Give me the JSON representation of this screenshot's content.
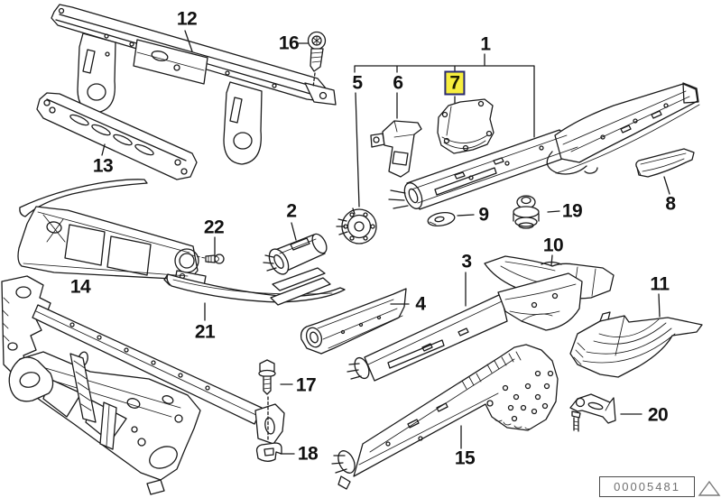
{
  "diagram": {
    "type": "vehicle-body-parts-exploded-diagram",
    "callouts": [
      {
        "number": "1",
        "highlighted": false
      },
      {
        "number": "2",
        "highlighted": false
      },
      {
        "number": "3",
        "highlighted": false
      },
      {
        "number": "4",
        "highlighted": false
      },
      {
        "number": "5",
        "highlighted": false
      },
      {
        "number": "6",
        "highlighted": false
      },
      {
        "number": "7",
        "highlighted": true
      },
      {
        "number": "8",
        "highlighted": false
      },
      {
        "number": "9",
        "highlighted": false
      },
      {
        "number": "10",
        "highlighted": false
      },
      {
        "number": "11",
        "highlighted": false
      },
      {
        "number": "12",
        "highlighted": false
      },
      {
        "number": "13",
        "highlighted": false
      },
      {
        "number": "14",
        "highlighted": false
      },
      {
        "number": "15",
        "highlighted": false
      },
      {
        "number": "16",
        "highlighted": false
      },
      {
        "number": "17",
        "highlighted": false
      },
      {
        "number": "18",
        "highlighted": false
      },
      {
        "number": "19",
        "highlighted": false
      },
      {
        "number": "20",
        "highlighted": false
      },
      {
        "number": "21",
        "highlighted": false
      },
      {
        "number": "22",
        "highlighted": false
      }
    ],
    "highlighted_callout": "7",
    "plate_number": "00005481",
    "colors": {
      "line_color": "#1a1a1a",
      "background": "#ffffff",
      "highlight_background": "#f7ee3e",
      "highlight_border": "#2a2a72",
      "plate_text_color": "#707070"
    }
  }
}
